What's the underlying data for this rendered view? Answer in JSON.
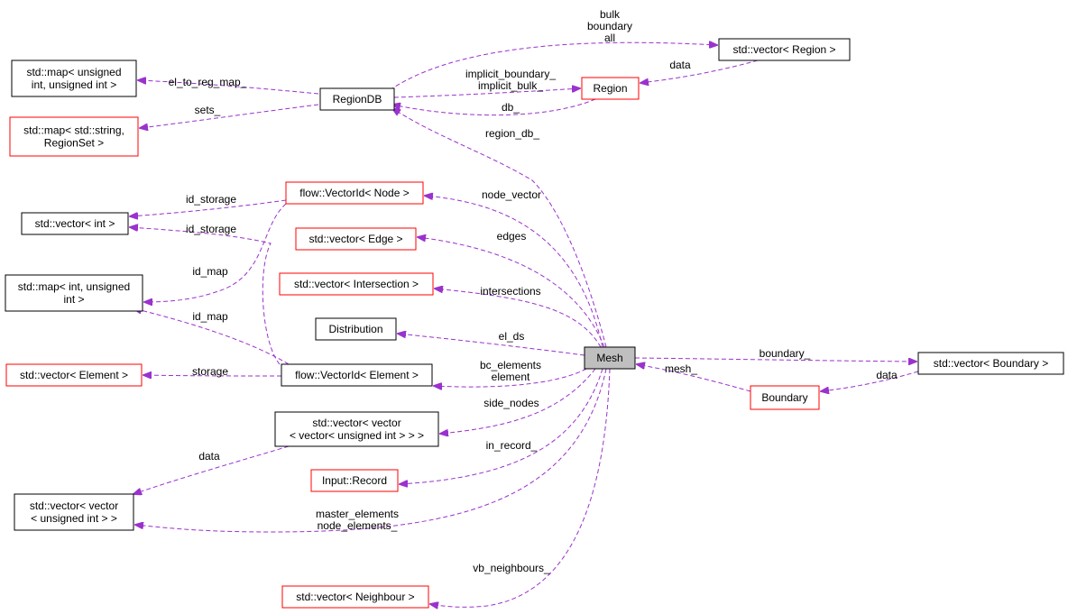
{
  "colors": {
    "edge": "#9a32cd",
    "incomplete_border": "#ff0000",
    "complete_border": "#000000",
    "focus_fill": "#bfbfbf"
  },
  "nodes": {
    "mesh": {
      "lines": [
        "Mesh"
      ]
    },
    "regiondb": {
      "lines": [
        "RegionDB"
      ]
    },
    "region": {
      "lines": [
        "Region"
      ]
    },
    "vec_region": {
      "lines": [
        "std::vector< Region >"
      ]
    },
    "map_uint": {
      "lines": [
        "std::map< unsigned",
        "int, unsigned int >"
      ]
    },
    "map_string": {
      "lines": [
        "std::map< std::string,",
        "RegionSet >"
      ]
    },
    "vecid_node": {
      "lines": [
        "flow::VectorId< Node >"
      ]
    },
    "vec_int": {
      "lines": [
        "std::vector< int >"
      ]
    },
    "vec_edge": {
      "lines": [
        "std::vector< Edge >"
      ]
    },
    "map_int": {
      "lines": [
        "std::map< int, unsigned",
        "int >"
      ]
    },
    "vec_inter": {
      "lines": [
        "std::vector< Intersection >"
      ]
    },
    "distribution": {
      "lines": [
        "Distribution"
      ]
    },
    "vec_element": {
      "lines": [
        "std::vector< Element >"
      ]
    },
    "vecid_element": {
      "lines": [
        "flow::VectorId< Element >"
      ]
    },
    "vvv": {
      "lines": [
        "std::vector< vector",
        "< vector< unsigned int > > >"
      ]
    },
    "input_record": {
      "lines": [
        "Input::Record"
      ]
    },
    "vv": {
      "lines": [
        "std::vector< vector",
        "< unsigned int > >"
      ]
    },
    "vec_neighbour": {
      "lines": [
        "std::vector< Neighbour >"
      ]
    },
    "vec_boundary": {
      "lines": [
        "std::vector< Boundary >"
      ]
    },
    "boundary": {
      "lines": [
        "Boundary"
      ]
    }
  },
  "edges": {
    "bulk_boundary_all": [
      "bulk",
      "boundary",
      "all"
    ],
    "el_to_reg_map": [
      "el_to_reg_map_"
    ],
    "implicit": [
      "implicit_boundary_",
      "implicit_bulk_"
    ],
    "data_region": [
      "data"
    ],
    "sets": [
      "sets_"
    ],
    "db": [
      "db_"
    ],
    "region_db": [
      "region_db_"
    ],
    "id_storage_1": [
      "id_storage"
    ],
    "node_vector": [
      "node_vector"
    ],
    "id_storage_2": [
      "id_storage"
    ],
    "edges": [
      "edges"
    ],
    "id_map_1": [
      "id_map"
    ],
    "intersections": [
      "intersections"
    ],
    "id_map_2": [
      "id_map"
    ],
    "el_ds": [
      "el_ds"
    ],
    "boundary_": [
      "boundary_"
    ],
    "storage": [
      "storage"
    ],
    "bc_elements": [
      "bc_elements",
      "element"
    ],
    "mesh_": [
      "mesh_"
    ],
    "data_boundary": [
      "data"
    ],
    "side_nodes": [
      "side_nodes"
    ],
    "data_vv": [
      "data"
    ],
    "in_record": [
      "in_record_"
    ],
    "master_node": [
      "master_elements",
      "node_elements_"
    ],
    "vb_neighbours": [
      "vb_neighbours_"
    ]
  }
}
